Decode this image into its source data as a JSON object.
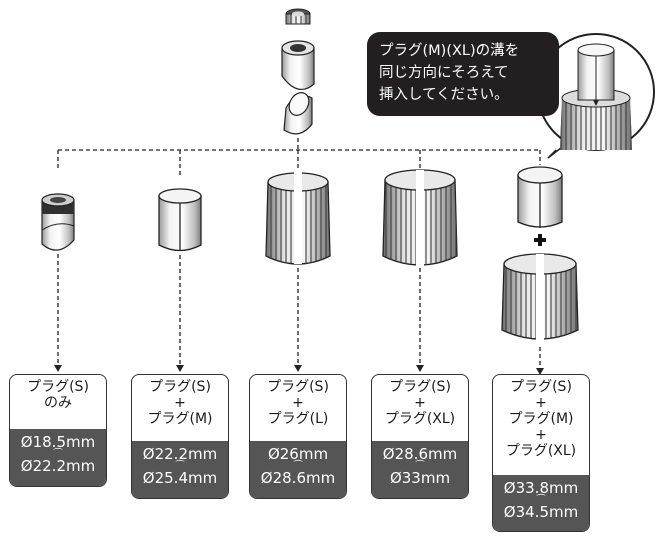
{
  "callout": {
    "lines": [
      "プラグ(M)(XL)の溝を",
      "同じ方向にそろえて",
      "挿入してください。"
    ]
  },
  "options": [
    {
      "top_lines": [
        "プラグ(S)",
        "のみ"
      ],
      "range": [
        "Ø18.5mm",
        "⁀",
        "Ø22.2mm"
      ]
    },
    {
      "top_lines": [
        "プラグ(S)",
        "+",
        "プラグ(M)"
      ],
      "range": [
        "Ø22.2mm",
        "⁀",
        "Ø25.4mm"
      ]
    },
    {
      "top_lines": [
        "プラグ(S)",
        "+",
        "プラグ(L)"
      ],
      "range": [
        "Ø26mm",
        "⁀",
        "Ø28.6mm"
      ]
    },
    {
      "top_lines": [
        "プラグ(S)",
        "+",
        "プラグ(XL)"
      ],
      "range": [
        "Ø28.6mm",
        "⁀",
        "Ø33mm"
      ]
    },
    {
      "top_lines": [
        "プラグ(S)",
        "+",
        "プラグ(M)",
        "+",
        "プラグ(XL)"
      ],
      "range": [
        "Ø33.8mm",
        "⁀",
        "Ø34.5mm"
      ]
    }
  ],
  "colors": {
    "dark_panel": "#555555",
    "callout_bg": "#231f20",
    "line": "#222222"
  },
  "icons": [
    "plug-s-cap-icon",
    "plug-s-icon",
    "plug-m-sleeve-icon",
    "plug-l-ribbed-icon",
    "plug-xl-ribbed-icon",
    "plus-icon",
    "magnifier-circle-icon"
  ]
}
